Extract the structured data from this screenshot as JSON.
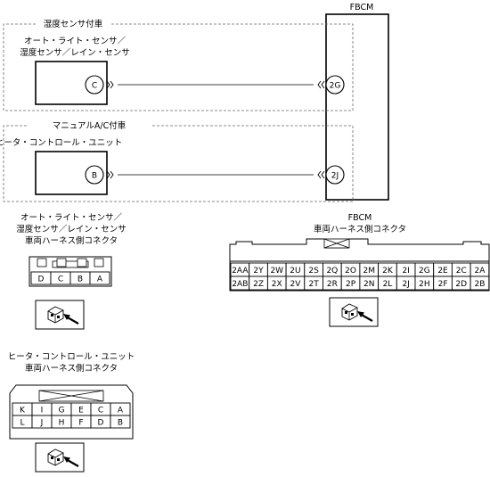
{
  "fbcm": {
    "title": "FBCM"
  },
  "groups": {
    "humidity": {
      "label": "湿度センサ付車"
    },
    "manual_ac": {
      "label": "マニュアルA/C付車"
    }
  },
  "sensor_unit": {
    "line1": "オート・ライト・センサ／",
    "line2": "湿度センサ／レイン・センサ"
  },
  "heater_unit": {
    "label": "ヒータ・コントロール・ユニット"
  },
  "terminals": {
    "sensor": "C",
    "heater": "B",
    "fbcm_top": "2G",
    "fbcm_bottom": "2J"
  },
  "sensor_connector": {
    "line1": "オート・ライト・センサ／",
    "line2": "湿度センサ／レイン・センサ",
    "line3": "車両ハーネス側コネクタ",
    "pins": [
      "D",
      "C",
      "B",
      "A"
    ]
  },
  "fbcm_connector": {
    "line1": "FBCM",
    "line2": "車両ハーネス側コネクタ",
    "row1": [
      "2AA",
      "2Y",
      "2W",
      "2U",
      "2S",
      "2Q",
      "2O",
      "2M",
      "2K",
      "2I",
      "2G",
      "2E",
      "2C",
      "2A"
    ],
    "row2": [
      "2AB",
      "2Z",
      "2X",
      "2V",
      "2T",
      "2R",
      "2P",
      "2N",
      "2L",
      "2J",
      "2H",
      "2F",
      "2D",
      "2B"
    ]
  },
  "heater_connector": {
    "line1": "ヒータ・コントロール・ユニット",
    "line2": "車両ハーネス側コネクタ",
    "row1": [
      "K",
      "I",
      "G",
      "E",
      "C",
      "A"
    ],
    "row2": [
      "L",
      "J",
      "H",
      "F",
      "D",
      "B"
    ]
  },
  "icons": [
    "connector-view-icon",
    "connector-view-icon",
    "connector-view-icon"
  ]
}
